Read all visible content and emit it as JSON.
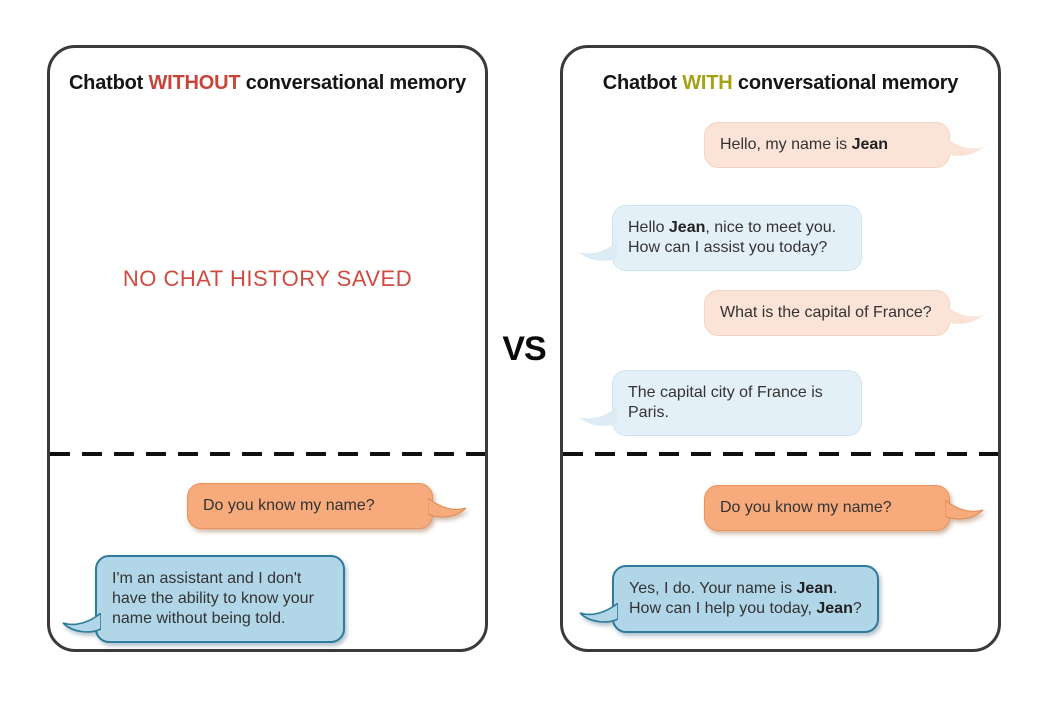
{
  "vs_label": "VS",
  "colors": {
    "panel_border": "#3a3a3a",
    "divider": "#0f0f0f",
    "without_highlight": "#c7443a",
    "with_highlight": "#a4a117",
    "notice_red": "#cf4b41",
    "user_bubble_history": "#fbe4d7",
    "bot_bubble_history": "#e4f0f7",
    "user_bubble_new": "#f7aa7c",
    "bot_bubble_new": "#b1d6e7"
  },
  "left_panel": {
    "title_prefix": "Chatbot ",
    "title_highlight": "WITHOUT",
    "title_suffix": " conversational memory",
    "notice": "NO CHAT HISTORY SAVED",
    "messages": [
      {
        "sender": "user",
        "variant": "orange",
        "section": "new-question",
        "lines": [
          [
            {
              "t": "Do you know my name?"
            }
          ]
        ]
      },
      {
        "sender": "bot",
        "variant": "strongblue",
        "section": "new-question",
        "lines": [
          [
            {
              "t": "I'm an assistant and I don't"
            }
          ],
          [
            {
              "t": "have the ability to know your"
            }
          ],
          [
            {
              "t": "name without being told."
            }
          ]
        ]
      }
    ]
  },
  "right_panel": {
    "title_prefix": "Chatbot ",
    "title_highlight": "WITH",
    "title_suffix": " conversational memory",
    "messages": [
      {
        "sender": "user",
        "variant": "peach",
        "section": "history",
        "lines": [
          [
            {
              "t": "Hello, my name is "
            },
            {
              "t": "Jean",
              "b": true
            }
          ]
        ]
      },
      {
        "sender": "bot",
        "variant": "lightblue",
        "section": "history",
        "lines": [
          [
            {
              "t": "Hello "
            },
            {
              "t": "Jean",
              "b": true
            },
            {
              "t": ", nice to meet you."
            }
          ],
          [
            {
              "t": "How can I assist you today?"
            }
          ]
        ]
      },
      {
        "sender": "user",
        "variant": "peach",
        "section": "history",
        "lines": [
          [
            {
              "t": "What is the capital of France?"
            }
          ]
        ]
      },
      {
        "sender": "bot",
        "variant": "lightblue",
        "section": "history",
        "lines": [
          [
            {
              "t": "The capital city of France is"
            }
          ],
          [
            {
              "t": "Paris."
            }
          ]
        ]
      },
      {
        "sender": "user",
        "variant": "orange",
        "section": "new-question",
        "lines": [
          [
            {
              "t": "Do you know my name?"
            }
          ]
        ]
      },
      {
        "sender": "bot",
        "variant": "strongblue",
        "section": "new-question",
        "lines": [
          [
            {
              "t": "Yes, I do. Your name is "
            },
            {
              "t": "Jean",
              "b": true
            },
            {
              "t": "."
            }
          ],
          [
            {
              "t": "How can I help you today, "
            },
            {
              "t": "Jean",
              "b": true
            },
            {
              "t": "?"
            }
          ]
        ]
      }
    ]
  }
}
